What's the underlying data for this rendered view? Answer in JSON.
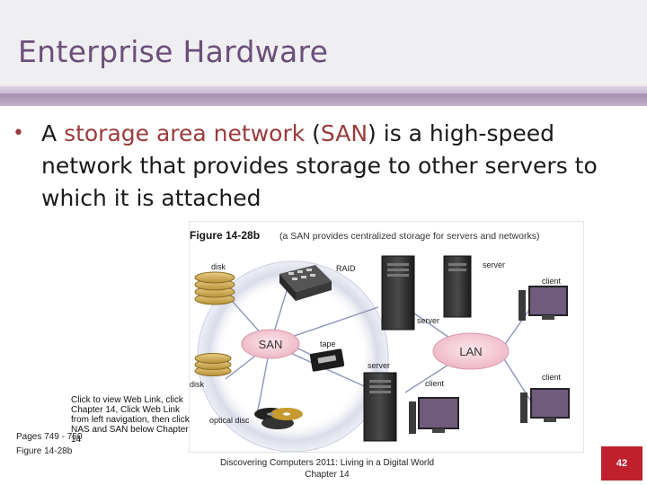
{
  "slide": {
    "title": "Enterprise Hardware",
    "bullet": {
      "part1": "A ",
      "term": "storage area network",
      "part2": " (",
      "acronym": "SAN",
      "part3": ") is a high-speed network that provides storage to other servers to which it is attached"
    },
    "figure": {
      "label": "Figure 14-28b",
      "caption": "(a SAN provides centralized storage for servers and networks)",
      "hubs": {
        "san": "SAN",
        "lan": "LAN"
      },
      "devices": {
        "disk": "disk",
        "raid": "RAID",
        "server": "server",
        "client": "client",
        "tape": "tape",
        "optical_disc": "optical disc"
      }
    },
    "web_link_note": "Click to view Web Link, click Chapter 14, Click Web Link from left navigation, then click NAS and SAN below Chapter 14",
    "footer": {
      "pages": "Pages 749 - 750",
      "figure_ref": "Figure 14-28b",
      "book_title": "Discovering Computers 2011: Living in a Digital World",
      "chapter": "Chapter 14",
      "page_number": "42"
    },
    "colors": {
      "title": "#6b4f7a",
      "accent_bar": "#a690b3",
      "keyword": "#9a3b3b",
      "page_badge": "#c0202e"
    }
  }
}
